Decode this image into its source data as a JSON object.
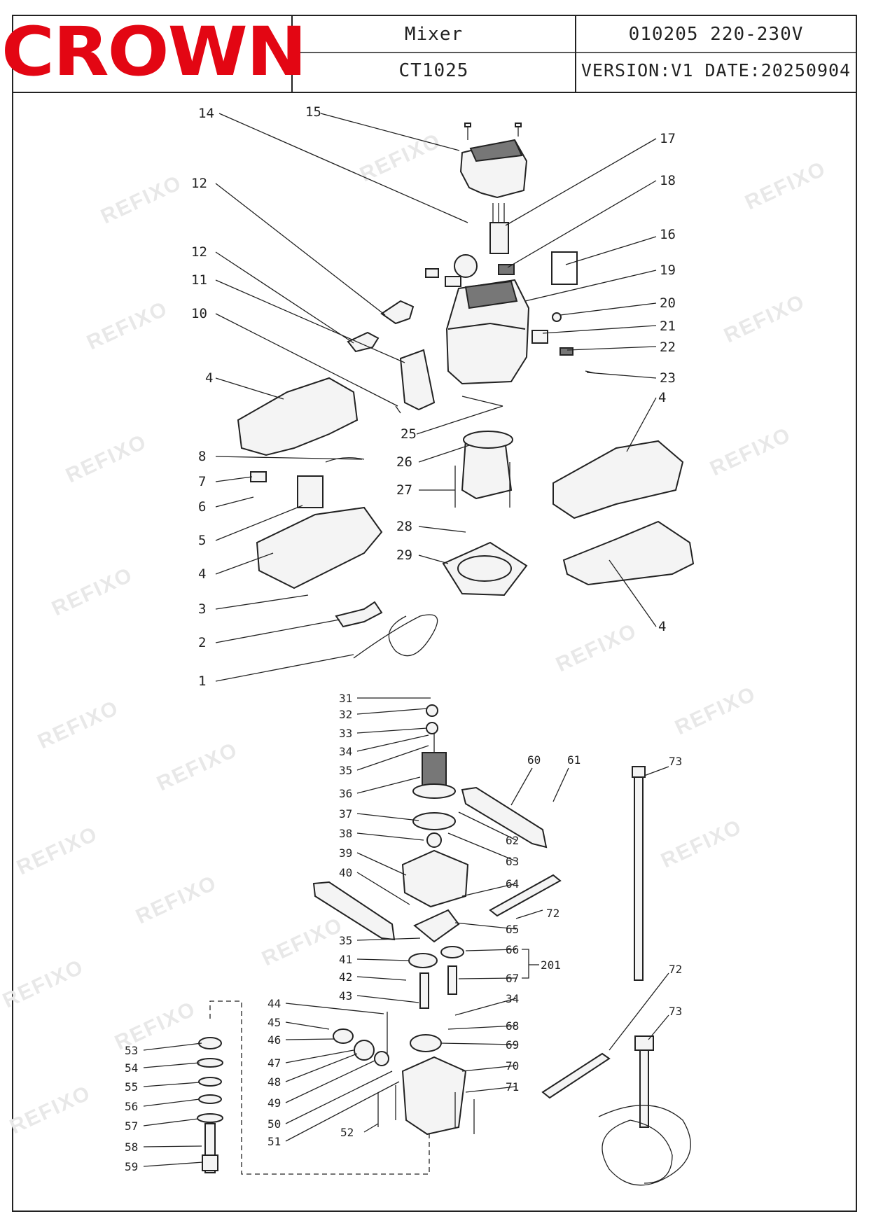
{
  "header": {
    "brand": "CROWN",
    "product_name": "Mixer",
    "model": "CT1025",
    "code_voltage": "010205  220-230V",
    "version_date": "VERSION:V1  DATE:20250904"
  },
  "watermark": "REFIXO",
  "callouts": {
    "c1": "1",
    "c2": "2",
    "c3": "3",
    "c4": "4",
    "c5": "5",
    "c6": "6",
    "c7": "7",
    "c8": "8",
    "c10": "10",
    "c11": "11",
    "c12": "12",
    "c14": "14",
    "c15": "15",
    "c16": "16",
    "c17": "17",
    "c18": "18",
    "c19": "19",
    "c20": "20",
    "c21": "21",
    "c22": "22",
    "c23": "23",
    "c25": "25",
    "c26": "26",
    "c27": "27",
    "c28": "28",
    "c29": "29",
    "c31": "31",
    "c32": "32",
    "c33": "33",
    "c34": "34",
    "c35": "35",
    "c36": "36",
    "c37": "37",
    "c38": "38",
    "c39": "39",
    "c40": "40",
    "c41": "41",
    "c42": "42",
    "c43": "43",
    "c44": "44",
    "c45": "45",
    "c46": "46",
    "c47": "47",
    "c48": "48",
    "c49": "49",
    "c50": "50",
    "c51": "51",
    "c52": "52",
    "c53": "53",
    "c54": "54",
    "c55": "55",
    "c56": "56",
    "c57": "57",
    "c58": "58",
    "c59": "59",
    "c60": "60",
    "c61": "61",
    "c62": "62",
    "c63": "63",
    "c64": "64",
    "c65": "65",
    "c66": "66",
    "c67": "67",
    "c68": "68",
    "c69": "69",
    "c70": "70",
    "c71": "71",
    "c72": "72",
    "c73": "73",
    "c201": "201"
  }
}
